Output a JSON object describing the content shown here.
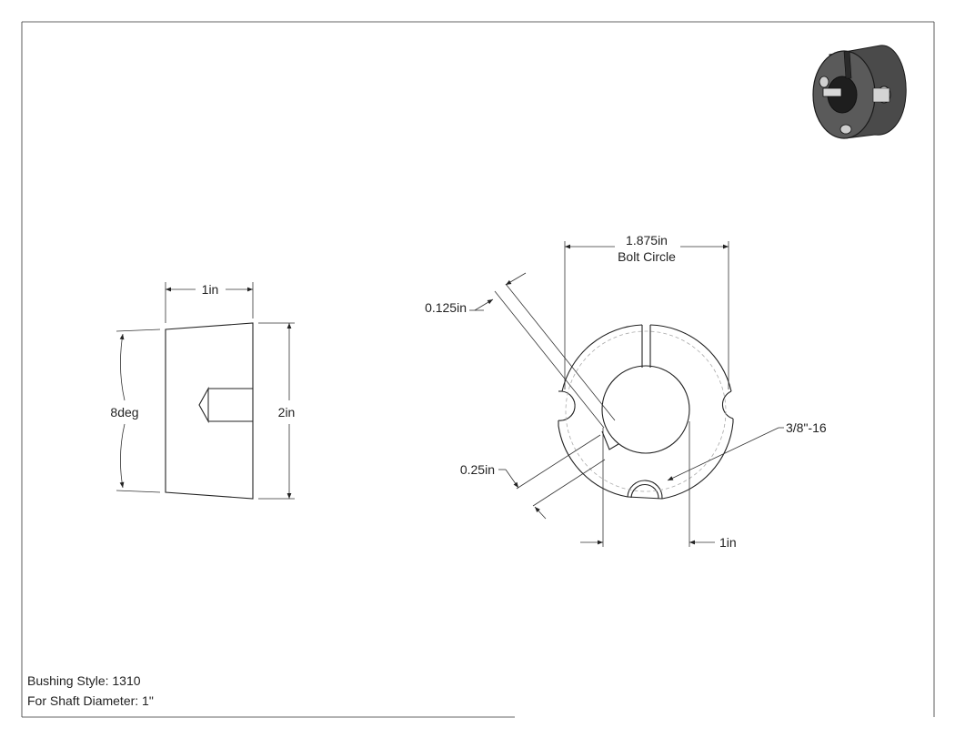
{
  "colors": {
    "line": "#222222",
    "hidden_line": "#aaaaaa",
    "iso_body": "#555555",
    "iso_dark": "#2a2a2a"
  },
  "side_view": {
    "width_label": "1in",
    "height_label": "2in",
    "angle_label": "8deg"
  },
  "front_view": {
    "bolt_circle_value": "1.875in",
    "bolt_circle_caption": "Bolt Circle",
    "gap_label": "0.125in",
    "key_label": "0.25in",
    "bore_label": "1in",
    "thread_label": "3/8\"-16"
  },
  "notes": {
    "line1": "Bushing Style: 1310",
    "line2": "For Shaft Diameter: 1\""
  },
  "icons": {
    "iso_view": "bushing-3d-icon"
  }
}
